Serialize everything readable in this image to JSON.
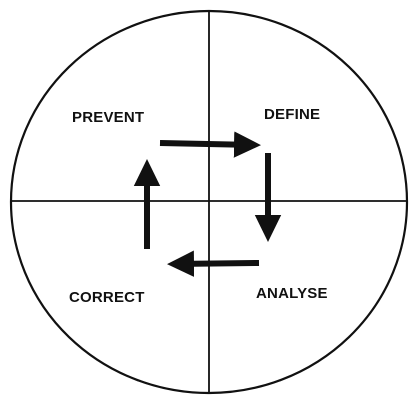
{
  "diagram": {
    "labels": {
      "top_left": "PREVENT",
      "top_right": "DEFINE",
      "bottom_right": "ANALYSE",
      "bottom_left": "CORRECT"
    },
    "cycle_order": [
      "DEFINE",
      "ANALYSE",
      "CORRECT",
      "PREVENT"
    ],
    "colors": {
      "stroke": "#111111",
      "background": "#ffffff"
    }
  }
}
